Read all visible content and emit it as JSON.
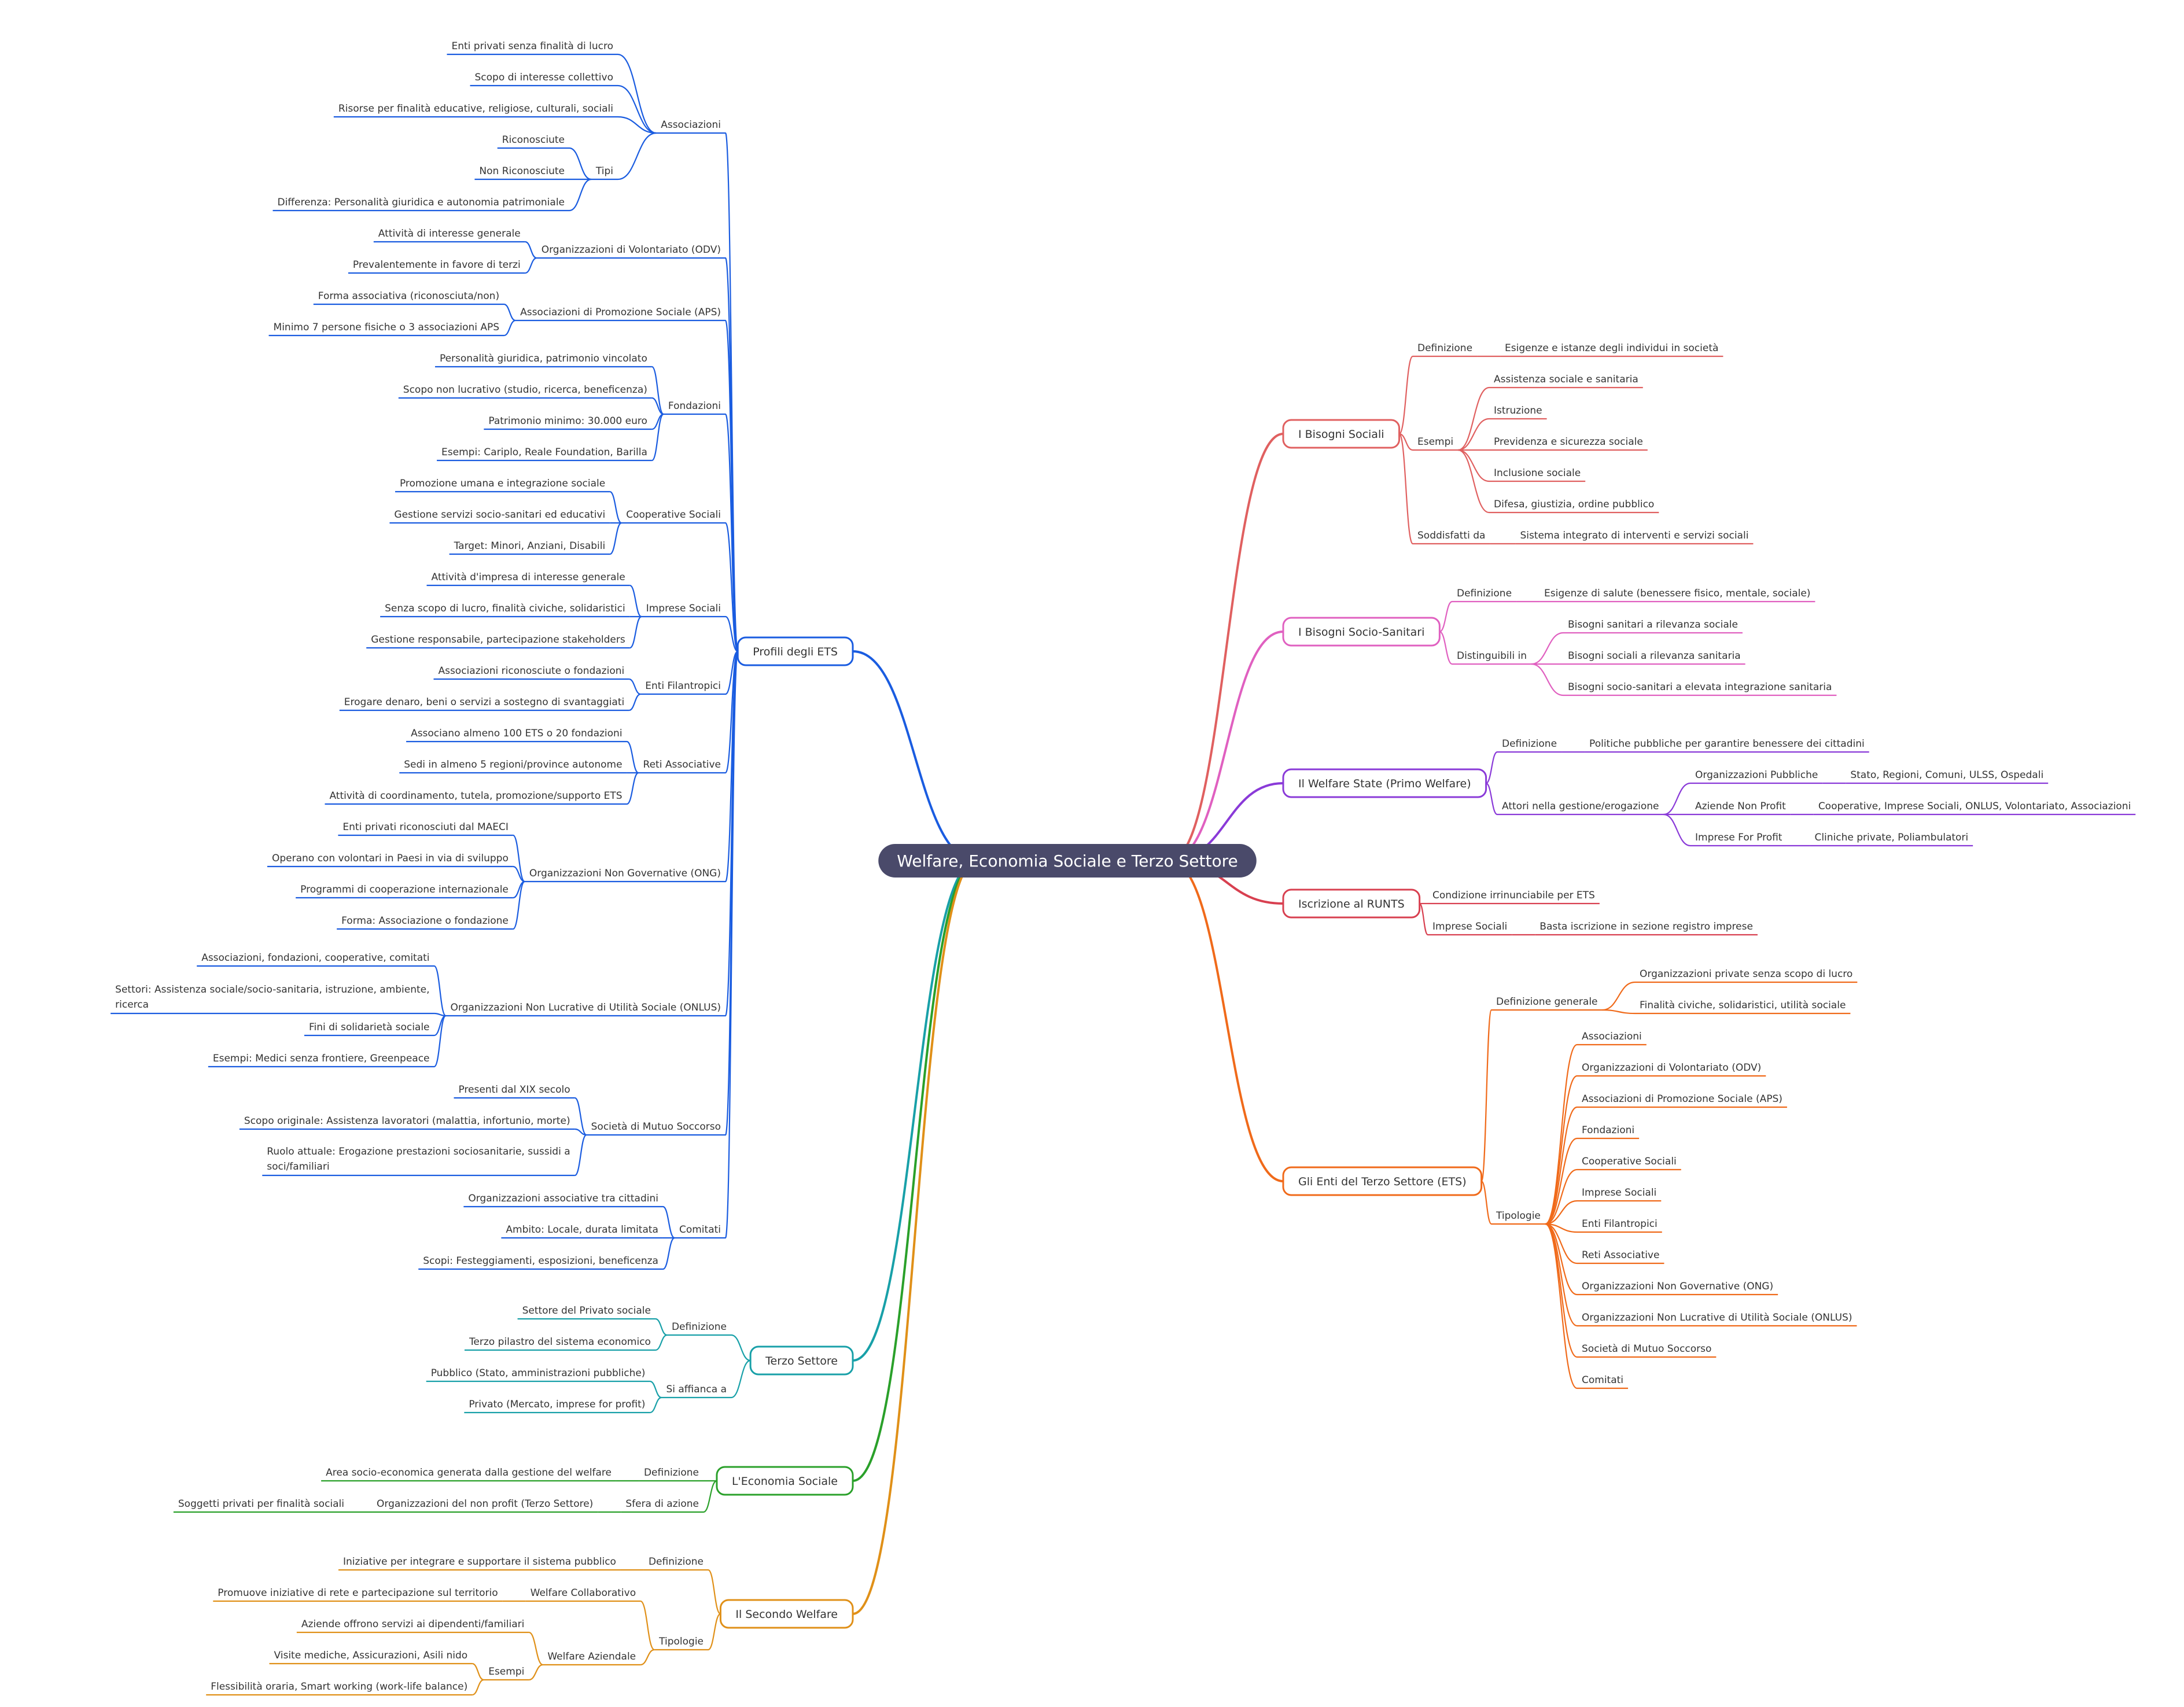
{
  "root": "Welfare, Economia Sociale e Terzo Settore",
  "colors": {
    "background": "#ffffff",
    "root": "#4a4a6a",
    "bisogni_sociali": "#e06060",
    "bisogni_socio_sanitari": "#e060c0",
    "welfare_state": "#8a3ad8",
    "runts": "#d84050",
    "ets": "#f06a1a",
    "profili": "#1a5ce0",
    "terzo_settore": "#18a0a8",
    "economia_sociale": "#2aa02a",
    "secondo_welfare": "#e09018"
  },
  "right": {
    "bisogni_sociali": {
      "label": "I Bisogni Sociali",
      "definizione": "Definizione",
      "definizione_val": "Esigenze e istanze degli individui in società",
      "esempi": "Esempi",
      "esempi_items": [
        "Assistenza sociale e sanitaria",
        "Istruzione",
        "Previdenza e sicurezza sociale",
        "Inclusione sociale",
        "Difesa, giustizia, ordine pubblico"
      ],
      "soddisfatti": "Soddisfatti da",
      "soddisfatti_val": "Sistema integrato di interventi e servizi sociali"
    },
    "bisogni_socio_sanitari": {
      "label": "I Bisogni Socio-Sanitari",
      "definizione": "Definizione",
      "definizione_val": "Esigenze di salute (benessere fisico, mentale, sociale)",
      "distinguibili": "Distinguibili in",
      "distinguibili_items": [
        "Bisogni sanitari a rilevanza sociale",
        "Bisogni sociali a rilevanza sanitaria",
        "Bisogni socio-sanitari a elevata integrazione sanitaria"
      ]
    },
    "welfare_state": {
      "label": "Il Welfare State (Primo Welfare)",
      "definizione": "Definizione",
      "definizione_val": "Politiche pubbliche per garantire benessere dei cittadini",
      "attori": "Attori nella gestione/erogazione",
      "attori_items": [
        {
          "label": "Organizzazioni Pubbliche",
          "val": "Stato, Regioni, Comuni, ULSS, Ospedali"
        },
        {
          "label": "Aziende Non Profit",
          "val": "Cooperative, Imprese Sociali, ONLUS, Volontariato, Associazioni"
        },
        {
          "label": "Imprese For Profit",
          "val": "Cliniche private, Poliambulatori"
        }
      ]
    },
    "runts": {
      "label": "Iscrizione al RUNTS",
      "condizione": "Condizione irrinunciabile per ETS",
      "imprese": "Imprese Sociali",
      "imprese_val": "Basta iscrizione in sezione registro imprese"
    },
    "ets": {
      "label": "Gli Enti del Terzo Settore (ETS)",
      "def_generale": "Definizione generale",
      "def_items": [
        "Organizzazioni private senza scopo di lucro",
        "Finalità civiche, solidaristici, utilità sociale"
      ],
      "tipologie": "Tipologie",
      "tipologie_items": [
        "Associazioni",
        "Organizzazioni di Volontariato (ODV)",
        "Associazioni di Promozione Sociale (APS)",
        "Fondazioni",
        "Cooperative Sociali",
        "Imprese Sociali",
        "Enti Filantropici",
        "Reti Associative",
        "Organizzazioni Non Governative (ONG)",
        "Organizzazioni Non Lucrative di Utilità Sociale (ONLUS)",
        "Società di Mutuo Soccorso",
        "Comitati"
      ]
    }
  },
  "left": {
    "profili": {
      "label": "Profili degli ETS",
      "associazioni": {
        "label": "Associazioni",
        "items": [
          "Enti privati senza finalità di lucro",
          "Scopo di interesse collettivo",
          "Risorse per finalità educative, religiose, culturali, sociali"
        ],
        "tipi": "Tipi",
        "tipi_items": [
          "Riconosciute",
          "Non Riconosciute",
          "Differenza: Personalità giuridica e autonomia patrimoniale"
        ]
      },
      "odv": {
        "label": "Organizzazioni di Volontariato (ODV)",
        "items": [
          "Attività di interesse generale",
          "Prevalentemente in favore di terzi"
        ]
      },
      "aps": {
        "label": "Associazioni di Promozione Sociale (APS)",
        "items": [
          "Forma associativa (riconosciuta/non)",
          "Minimo 7 persone fisiche o 3 associazioni APS"
        ]
      },
      "fondazioni": {
        "label": "Fondazioni",
        "items": [
          "Personalità giuridica, patrimonio vincolato",
          "Scopo non lucrativo (studio, ricerca, beneficenza)",
          "Patrimonio minimo: 30.000 euro",
          "Esempi: Cariplo, Reale Foundation, Barilla"
        ]
      },
      "cooperative": {
        "label": "Cooperative Sociali",
        "items": [
          "Promozione umana e integrazione sociale",
          "Gestione servizi socio-sanitari ed educativi",
          "Target: Minori, Anziani, Disabili"
        ]
      },
      "imprese": {
        "label": "Imprese Sociali",
        "items": [
          "Attività d'impresa di interesse generale",
          "Senza scopo di lucro, finalità civiche, solidaristici",
          "Gestione responsabile, partecipazione stakeholders"
        ]
      },
      "filantropici": {
        "label": "Enti Filantropici",
        "items": [
          "Associazioni riconosciute o fondazioni",
          "Erogare denaro, beni o servizi a sostegno di svantaggiati"
        ]
      },
      "reti": {
        "label": "Reti Associative",
        "items": [
          "Associano almeno 100 ETS o 20 fondazioni",
          "Sedi in almeno 5 regioni/province autonome",
          "Attività di coordinamento, tutela, promozione/supporto ETS"
        ]
      },
      "ong": {
        "label": "Organizzazioni Non Governative (ONG)",
        "items": [
          "Enti privati riconosciuti dal MAECI",
          "Operano con volontari in Paesi in via di sviluppo",
          "Programmi di cooperazione internazionale",
          "Forma: Associazione o fondazione"
        ]
      },
      "onlus": {
        "label": "Organizzazioni Non Lucrative di Utilità Sociale (ONLUS)",
        "items": [
          "Associazioni, fondazioni, cooperative, comitati",
          "Settori: Assistenza sociale/socio-sanitaria, istruzione, ambiente,",
          "ricerca",
          "Fini di solidarietà sociale",
          "Esempi: Medici senza frontiere, Greenpeace"
        ]
      },
      "mutuo": {
        "label": "Società di Mutuo Soccorso",
        "items": [
          "Presenti dal XIX secolo",
          "Scopo originale: Assistenza lavoratori (malattia, infortunio, morte)",
          "Ruolo attuale: Erogazione prestazioni sociosanitarie, sussidi a",
          "soci/familiari"
        ]
      },
      "comitati": {
        "label": "Comitati",
        "items": [
          "Organizzazioni associative tra cittadini",
          "Ambito: Locale, durata limitata",
          "Scopi: Festeggiamenti, esposizioni, beneficenza"
        ]
      }
    },
    "terzo_settore": {
      "label": "Terzo Settore",
      "definizione": "Definizione",
      "definizione_items": [
        "Settore del Privato sociale",
        "Terzo pilastro del sistema economico"
      ],
      "affianca": "Si affianca a",
      "affianca_items": [
        "Pubblico (Stato, amministrazioni pubbliche)",
        "Privato (Mercato, imprese for profit)"
      ]
    },
    "economia_sociale": {
      "label": "L'Economia Sociale",
      "definizione": "Definizione",
      "definizione_val": "Area socio-economica generata dalla gestione del welfare",
      "sfera": "Sfera di azione",
      "sfera_val": "Organizzazioni del non profit (Terzo Settore)",
      "sfera_val2": "Soggetti privati per finalità sociali"
    },
    "secondo_welfare": {
      "label": "Il Secondo Welfare",
      "definizione": "Definizione",
      "definizione_val": "Iniziative per integrare e supportare il sistema pubblico",
      "tipologie": "Tipologie",
      "collaborativo": "Welfare Collaborativo",
      "collaborativo_val": "Promuove iniziative di rete e partecipazione sul territorio",
      "aziendale": "Welfare Aziendale",
      "aziendale_val": "Aziende offrono servizi ai dipendenti/familiari",
      "esempi": "Esempi",
      "esempi_items": [
        "Visite mediche, Assicurazioni, Asili nido",
        "Flessibilità oraria, Smart working (work-life balance)"
      ]
    }
  }
}
